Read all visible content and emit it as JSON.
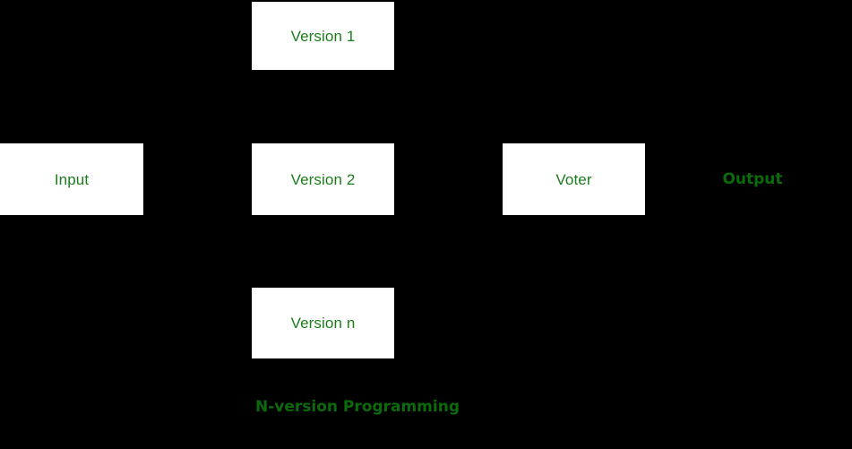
{
  "diagram": {
    "title": "N-version Programming",
    "caption": "N-version Programming",
    "background_color": "#000000",
    "node_fill_color": "#ffffff",
    "node_text_color": "#1b7d1b",
    "label_text_color": "#0b6b0b",
    "nodes": [
      {
        "id": "version-1",
        "label": "Version 1"
      },
      {
        "id": "input",
        "label": "Input"
      },
      {
        "id": "version-2",
        "label": "Version 2"
      },
      {
        "id": "voter",
        "label": "Voter"
      },
      {
        "id": "version-n",
        "label": "Version n"
      }
    ],
    "free_labels": [
      {
        "id": "output",
        "label": "Output"
      }
    ]
  }
}
